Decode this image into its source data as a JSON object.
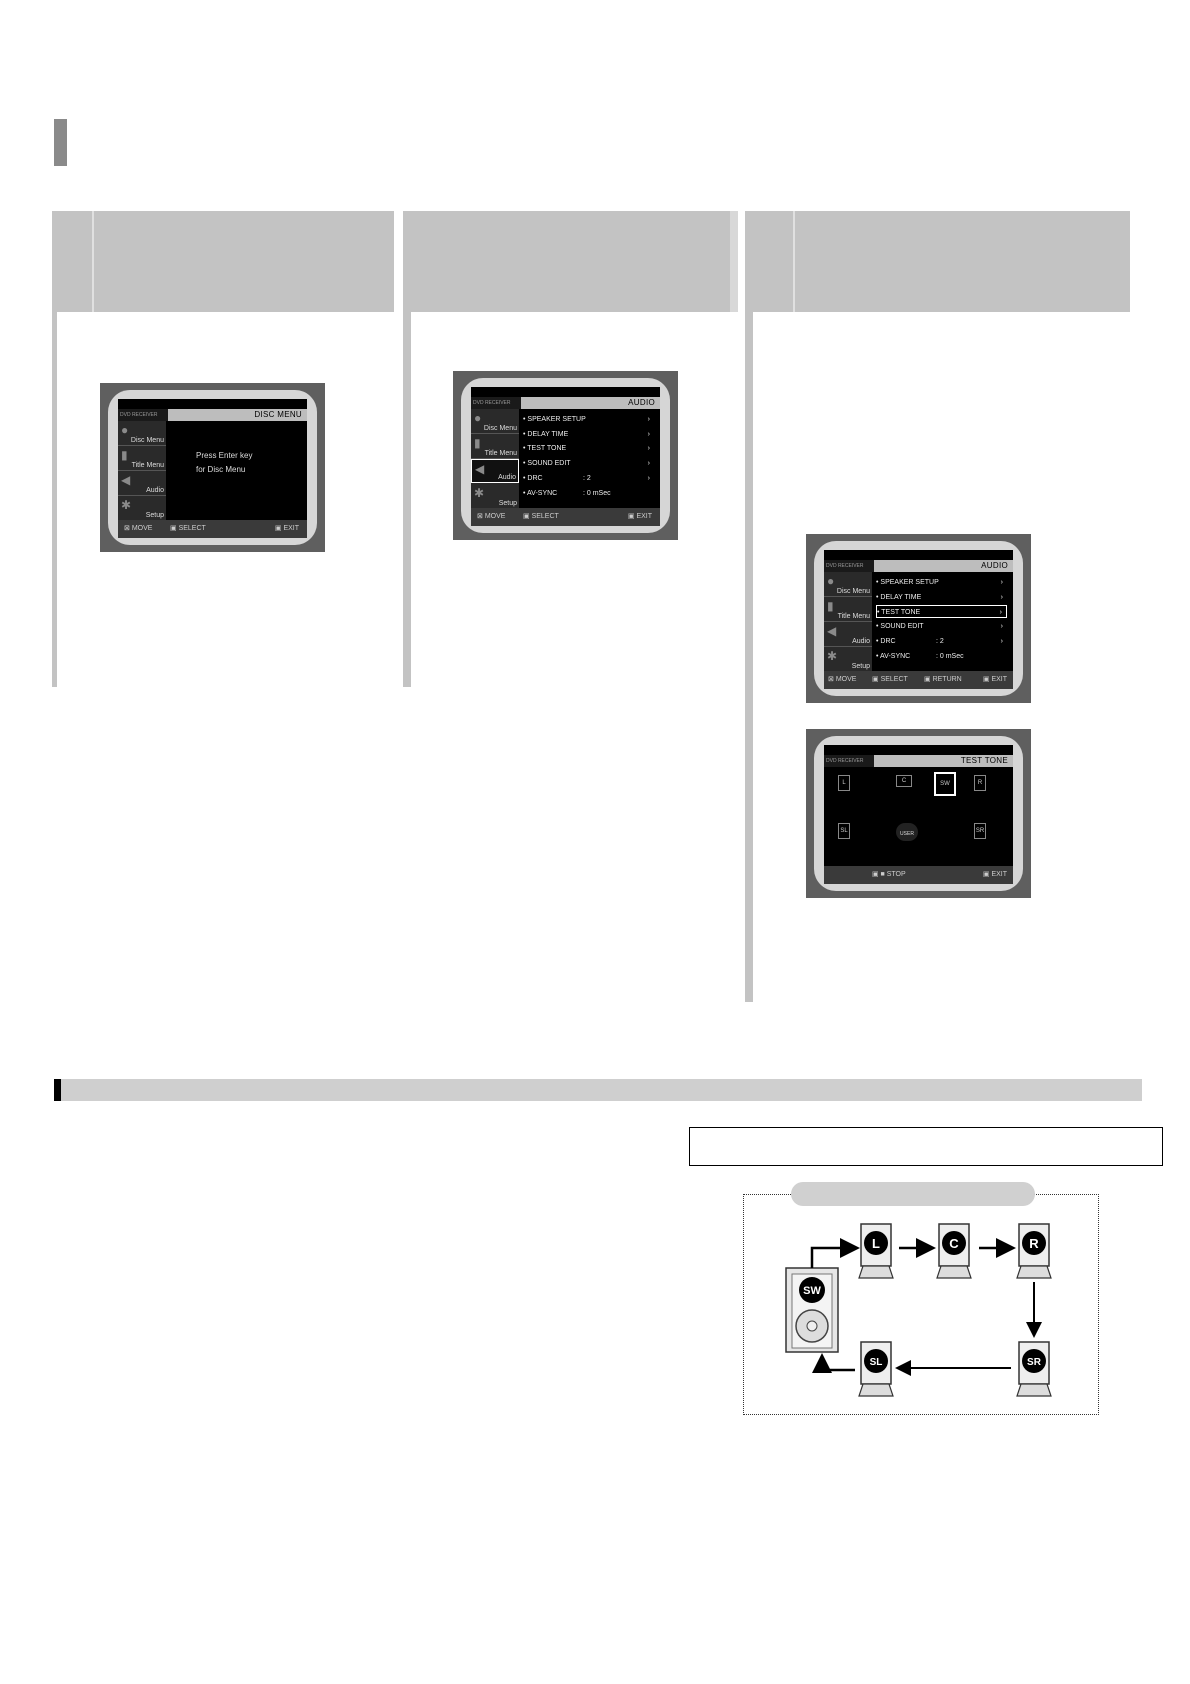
{
  "screens": {
    "disc_menu": {
      "brand": "DVD RECEIVER",
      "title": "DISC MENU",
      "sidebar": [
        "Disc Menu",
        "Title Menu",
        "Audio",
        "Setup"
      ],
      "message": [
        "Press Enter key",
        "for Disc Menu"
      ],
      "bottom": [
        "MOVE",
        "SELECT",
        "EXIT"
      ]
    },
    "audio_menu": {
      "brand": "DVD RECEIVER",
      "title": "AUDIO",
      "sidebar": [
        "Disc Menu",
        "Title Menu",
        "Audio",
        "Setup"
      ],
      "items": [
        {
          "label": "SPEAKER SETUP",
          "value": ""
        },
        {
          "label": "DELAY TIME",
          "value": ""
        },
        {
          "label": "TEST TONE",
          "value": ""
        },
        {
          "label": "SOUND EDIT",
          "value": ""
        },
        {
          "label": "DRC",
          "value": ":  2"
        },
        {
          "label": "AV-SYNC",
          "value": ":  0 mSec"
        }
      ],
      "bottom": [
        "MOVE",
        "SELECT",
        "EXIT"
      ]
    },
    "audio_menu_test": {
      "brand": "DVD RECEIVER",
      "title": "AUDIO",
      "sidebar": [
        "Disc Menu",
        "Title Menu",
        "Audio",
        "Setup"
      ],
      "items": [
        {
          "label": "SPEAKER SETUP",
          "value": ""
        },
        {
          "label": "DELAY TIME",
          "value": ""
        },
        {
          "label": "TEST TONE",
          "value": ""
        },
        {
          "label": "SOUND EDIT",
          "value": ""
        },
        {
          "label": "DRC",
          "value": ":  2"
        },
        {
          "label": "AV-SYNC",
          "value": ":  0 mSec"
        }
      ],
      "bottom": [
        "MOVE",
        "SELECT",
        "RETURN",
        "EXIT"
      ]
    },
    "test_tone": {
      "brand": "DVD RECEIVER",
      "title": "TEST TONE",
      "user_label": "USER",
      "bottom": [
        "STOP",
        "EXIT"
      ]
    }
  },
  "diagram": {
    "speakers": [
      "L",
      "C",
      "R",
      "SW",
      "SL",
      "SR"
    ]
  }
}
